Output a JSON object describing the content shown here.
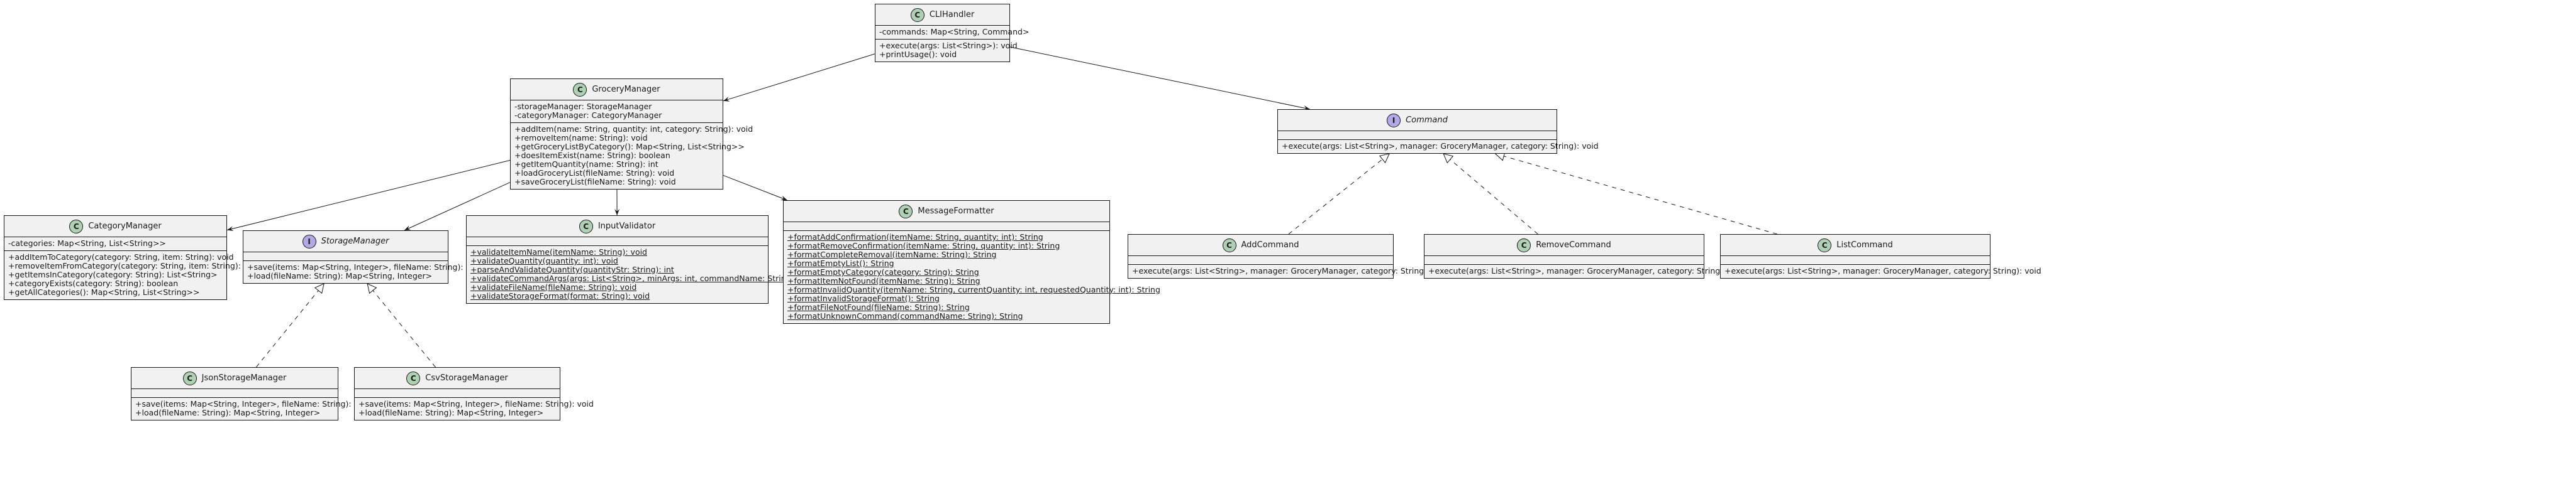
{
  "classes": [
    {
      "id": "CLIHandler",
      "kind": "class",
      "name": "CLIHandler",
      "fields": [
        "-commands: Map<String, Command>"
      ],
      "methods": [
        "+execute(args: List<String>): void",
        "+printUsage(): void"
      ]
    },
    {
      "id": "GroceryManager",
      "kind": "class",
      "name": "GroceryManager",
      "fields": [
        "-storageManager: StorageManager",
        "-categoryManager: CategoryManager"
      ],
      "methods": [
        "+addItem(name: String, quantity: int, category: String): void",
        "+removeItem(name: String): void",
        "+getGroceryListByCategory(): Map<String, List<String>>",
        "+doesItemExist(name: String): boolean",
        "+getItemQuantity(name: String): int",
        "+loadGroceryList(fileName: String): void",
        "+saveGroceryList(fileName: String): void"
      ]
    },
    {
      "id": "Command",
      "kind": "interface",
      "name": "Command",
      "fields": [],
      "methods": [
        "+execute(args: List<String>, manager: GroceryManager, category: String): void"
      ]
    },
    {
      "id": "CategoryManager",
      "kind": "class",
      "name": "CategoryManager",
      "fields": [
        "-categories: Map<String, List<String>>"
      ],
      "methods": [
        "+addItemToCategory(category: String, item: String): void",
        "+removeItemFromCategory(category: String, item: String): void",
        "+getItemsInCategory(category: String): List<String>",
        "+categoryExists(category: String): boolean",
        "+getAllCategories(): Map<String, List<String>>"
      ]
    },
    {
      "id": "StorageManager",
      "kind": "interface",
      "name": "StorageManager",
      "fields": [],
      "methods": [
        "+save(items: Map<String, Integer>, fileName: String): void",
        "+load(fileName: String): Map<String, Integer>"
      ]
    },
    {
      "id": "InputValidator",
      "kind": "class",
      "name": "InputValidator",
      "fields": [],
      "methods": [
        "+validateItemName(itemName: String): void",
        "+validateQuantity(quantity: int): void",
        "+parseAndValidateQuantity(quantityStr: String): int",
        "+validateCommandArgs(args: List<String>, minArgs: int, commandName: String): void",
        "+validateFileName(fileName: String): void",
        "+validateStorageFormat(format: String): void"
      ],
      "static": true
    },
    {
      "id": "MessageFormatter",
      "kind": "class",
      "name": "MessageFormatter",
      "fields": [],
      "methods": [
        "+formatAddConfirmation(itemName: String, quantity: int): String",
        "+formatRemoveConfirmation(itemName: String, quantity: int): String",
        "+formatCompleteRemoval(itemName: String): String",
        "+formatEmptyList(): String",
        "+formatEmptyCategory(category: String): String",
        "+formatItemNotFound(itemName: String): String",
        "+formatInvalidQuantity(itemName: String, currentQuantity: int, requestedQuantity: int): String",
        "+formatInvalidStorageFormat(): String",
        "+formatFileNotFound(fileName: String): String",
        "+formatUnknownCommand(commandName: String): String"
      ],
      "static": true
    },
    {
      "id": "AddCommand",
      "kind": "class",
      "name": "AddCommand",
      "fields": [],
      "methods": [
        "+execute(args: List<String>, manager: GroceryManager, category: String): void"
      ]
    },
    {
      "id": "RemoveCommand",
      "kind": "class",
      "name": "RemoveCommand",
      "fields": [],
      "methods": [
        "+execute(args: List<String>, manager: GroceryManager, category: String): void"
      ]
    },
    {
      "id": "ListCommand",
      "kind": "class",
      "name": "ListCommand",
      "fields": [],
      "methods": [
        "+execute(args: List<String>, manager: GroceryManager, category: String): void"
      ]
    },
    {
      "id": "JsonStorageManager",
      "kind": "class",
      "name": "JsonStorageManager",
      "fields": [],
      "methods": [
        "+save(items: Map<String, Integer>, fileName: String): void",
        "+load(fileName: String): Map<String, Integer>"
      ]
    },
    {
      "id": "CsvStorageManager",
      "kind": "class",
      "name": "CsvStorageManager",
      "fields": [],
      "methods": [
        "+save(items: Map<String, Integer>, fileName: String): void",
        "+load(fileName: String): Map<String, Integer>"
      ]
    }
  ],
  "relations": [
    {
      "from": "CLIHandler",
      "to": "GroceryManager",
      "type": "association"
    },
    {
      "from": "CLIHandler",
      "to": "Command",
      "type": "association"
    },
    {
      "from": "GroceryManager",
      "to": "CategoryManager",
      "type": "association"
    },
    {
      "from": "GroceryManager",
      "to": "StorageManager",
      "type": "association"
    },
    {
      "from": "GroceryManager",
      "to": "InputValidator",
      "type": "association"
    },
    {
      "from": "GroceryManager",
      "to": "MessageFormatter",
      "type": "association"
    },
    {
      "from": "AddCommand",
      "to": "Command",
      "type": "realization"
    },
    {
      "from": "RemoveCommand",
      "to": "Command",
      "type": "realization"
    },
    {
      "from": "ListCommand",
      "to": "Command",
      "type": "realization"
    },
    {
      "from": "JsonStorageManager",
      "to": "StorageManager",
      "type": "realization"
    },
    {
      "from": "CsvStorageManager",
      "to": "StorageManager",
      "type": "realization"
    }
  ],
  "badge_letters": {
    "class": "C",
    "interface": "I"
  },
  "colors": {
    "class_badge": "#add1b2",
    "interface_badge": "#b4a7e5",
    "box_fill": "#f1f1f1",
    "stroke": "#181818"
  }
}
